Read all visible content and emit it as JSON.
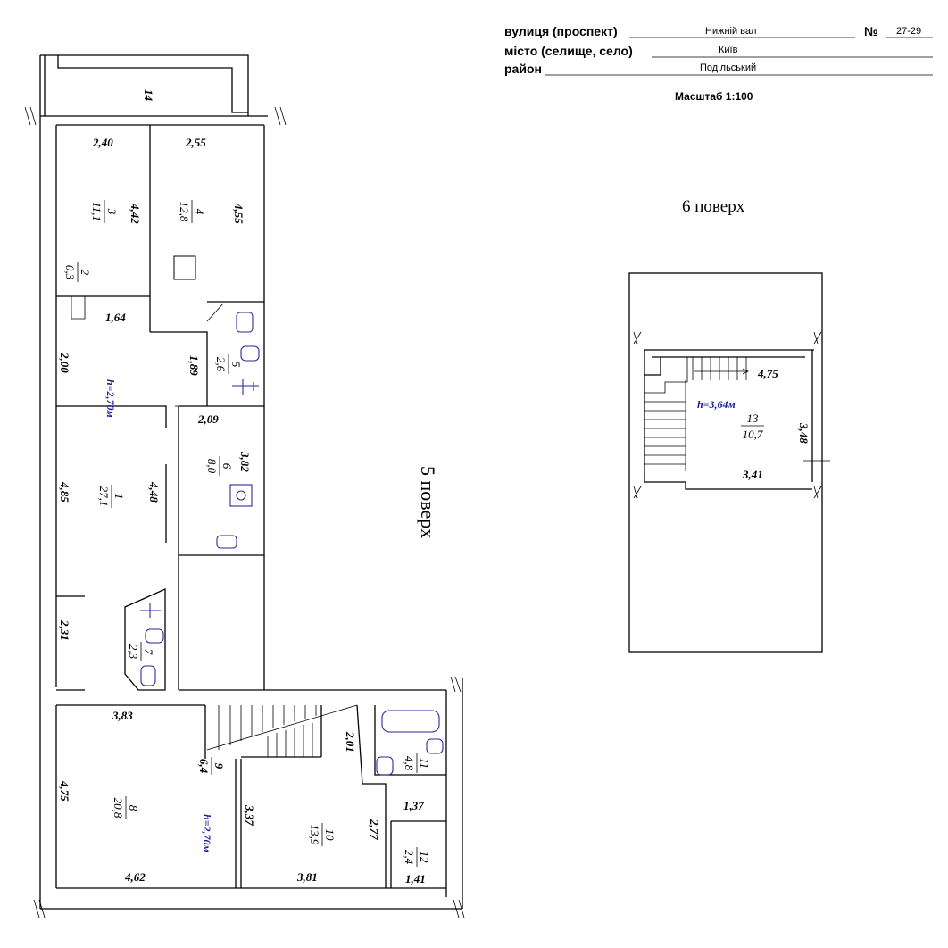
{
  "header": {
    "street_label": "вулиця (проспект)",
    "street_value": "Нижній вал",
    "number_label": "№",
    "number_value": "27-29",
    "city_label": "місто (селище, село)",
    "city_value": "Київ",
    "district_label": "район",
    "district_value": "Подільський",
    "scale": "Масштаб 1:100"
  },
  "floors": {
    "floor6_title": "6 поверх",
    "floor5_title": "5 поверх"
  },
  "heights": {
    "floor6": "h=3,64м",
    "floor5_upper": "h=2,70м",
    "floor5_lower": "h=2,70м"
  },
  "rooms": [
    {
      "no": "1",
      "area": "27,1"
    },
    {
      "no": "2",
      "area": "0,3"
    },
    {
      "no": "3",
      "area": "11,1"
    },
    {
      "no": "4",
      "area": "12,8"
    },
    {
      "no": "5",
      "area": "2,6"
    },
    {
      "no": "6",
      "area": "8,0"
    },
    {
      "no": "7",
      "area": "2,3"
    },
    {
      "no": "8",
      "area": "20,8"
    },
    {
      "no": "9",
      "area": "6,4"
    },
    {
      "no": "10",
      "area": "13,9"
    },
    {
      "no": "11",
      "area": "4,8"
    },
    {
      "no": "12",
      "area": "2,4"
    },
    {
      "no": "13",
      "area": "10,7"
    }
  ],
  "dimensions": {
    "balcony_14": "14",
    "r3_width": "2,40",
    "r4_width": "2,55",
    "r3_height": "4,42",
    "r4_height": "4,55",
    "corridor_width": "1,64",
    "corridor_height": "2,00",
    "r5_height": "1,89",
    "r6_width": "2,09",
    "r6_height": "3,82",
    "r1_height": "4,85",
    "r1_inner_height": "4,48",
    "r7_height": "2,31",
    "r8_width_top": "3,83",
    "r8_height": "4,75",
    "r8_width_bottom": "4,62",
    "r10_left": "3,37",
    "r10_width": "3,81",
    "r10_right": "2,77",
    "stair_dim": "2,01",
    "r11_width": "1,37",
    "r12_width": "1,41",
    "r13_width_top": "4,75",
    "r13_height": "3,48",
    "r13_width_bottom": "3,41"
  }
}
